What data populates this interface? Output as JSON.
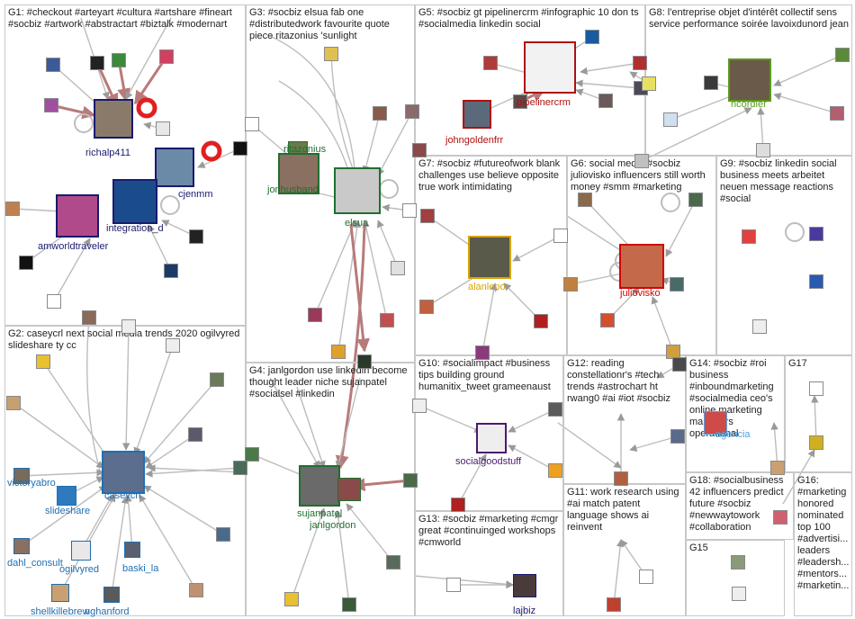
{
  "groups": [
    {
      "id": "G1",
      "label": "G1: #checkout #arteyart #cultura #artshare #fineart #socbiz #artwork #abstractart #biztalk #modernart"
    },
    {
      "id": "G2",
      "label": "G2: caseycrl next social media trends 2020 ogilvyred slideshare ty cc"
    },
    {
      "id": "G3",
      "label": "G3: #socbiz elsua fab one #distributedwork favourite quote piece ritazonius 'sunlight"
    },
    {
      "id": "G4",
      "label": "G4: janlgordon use linkedin become thought leader niche sujanpatel #socialsel #linkedin"
    },
    {
      "id": "G5",
      "label": "G5: #socbiz gt pipelinercrm #infographic 10 don ts #socialmedia linkedin social"
    },
    {
      "id": "G6",
      "label": "G6: social media #socbiz juliovisko influencers still worth money #smm #marketing"
    },
    {
      "id": "G7",
      "label": "G7: #socbiz #futureofwork blank challenges use believe opposite true work intimidating"
    },
    {
      "id": "G8",
      "label": "G8: l'entreprise objet d'intérêt collectif sens service performance soirée lavoixdunord jean"
    },
    {
      "id": "G9",
      "label": "G9: #socbiz linkedin social business meets arbeitet neuen message reactions #social"
    },
    {
      "id": "G10",
      "label": "G10: #socialimpact #business tips building ground humanitix_tweet grameenaust"
    },
    {
      "id": "G11",
      "label": "G11: work research using #ai match patent language shows ai reinvent"
    },
    {
      "id": "G12",
      "label": "G12: reading constellationr's #tech trends #astrochart ht rwang0 #ai #iot #socbiz"
    },
    {
      "id": "G13",
      "label": "G13: #socbiz #marketing #cmgr great #continuinged workshops #cmworld"
    },
    {
      "id": "G14",
      "label": "G14: #socbiz #roi business #inboundmarketing #socialmedia ceo's online marketing marketers operational"
    },
    {
      "id": "G15",
      "label": "G15"
    },
    {
      "id": "G16",
      "label": "G16: #marketing honored nominated top 100 #advertisi... leaders #leadersh... #mentors... #marketin..."
    },
    {
      "id": "G17",
      "label": "G17"
    },
    {
      "id": "G18",
      "label": "G18: #socialbusiness 42 influencers predict future #socbiz #newwaytowork #collaboration"
    }
  ],
  "nodes": [
    {
      "id": "richalp411",
      "label": "richalp411",
      "color": "#1a1a6e"
    },
    {
      "id": "cjenmm",
      "label": "cjenmm",
      "color": "#1a1a6e"
    },
    {
      "id": "integration_d",
      "label": "integration_d",
      "color": "#1a1a6e"
    },
    {
      "id": "amworldtraveler",
      "label": "amworldtraveler",
      "color": "#1a1a6e"
    },
    {
      "id": "caseycrl",
      "label": "caseycrl",
      "color": "#1f6fb2"
    },
    {
      "id": "victoryabro",
      "label": "victoryabro",
      "color": "#1f6fb2"
    },
    {
      "id": "slideshare",
      "label": "slideshare",
      "color": "#1f6fb2"
    },
    {
      "id": "dahl_consult",
      "label": "dahl_consult",
      "color": "#1f6fb2"
    },
    {
      "id": "ogilvyred",
      "label": "ogilvyred",
      "color": "#1f6fb2"
    },
    {
      "id": "baski_la",
      "label": "baski_la",
      "color": "#1f6fb2"
    },
    {
      "id": "shellkillebrew",
      "label": "shellkillebrew",
      "color": "#1f6fb2"
    },
    {
      "id": "nghanford",
      "label": "nghanford",
      "color": "#1f6fb2"
    },
    {
      "id": "ritazonius",
      "label": "ritazonius",
      "color": "#1f6f2f"
    },
    {
      "id": "jonhusband",
      "label": "jonhusband",
      "color": "#1f6f2f"
    },
    {
      "id": "elsua",
      "label": "elsua",
      "color": "#1f6f2f"
    },
    {
      "id": "sujanpatel",
      "label": "sujanpatel",
      "color": "#1f6f2f"
    },
    {
      "id": "janlgordon",
      "label": "janlgordon",
      "color": "#1f6f2f"
    },
    {
      "id": "pipelinercrm",
      "label": "pipelinercrm",
      "color": "#b01010"
    },
    {
      "id": "johngoldenfrr",
      "label": "johngoldenfrr",
      "color": "#b01010"
    },
    {
      "id": "ncordier",
      "label": "ncordier",
      "color": "#5a9a1a"
    },
    {
      "id": "alanlepo",
      "label": "alanlepo",
      "color": "#d9a300"
    },
    {
      "id": "juliovisko",
      "label": "juliovisko",
      "color": "#d40000"
    },
    {
      "id": "socialgoodstuff",
      "label": "socialgoodstuff",
      "color": "#4b1a6e"
    },
    {
      "id": "lajbiz",
      "label": "lajbiz",
      "color": "#1a1a6e"
    },
    {
      "id": "agencia",
      "label": "agencia",
      "color": "#4da3e0"
    }
  ],
  "colors": {
    "edge": "#bdbdbd",
    "edge_dark": "#9a9a9a",
    "strong_edge": "#b87a7a",
    "panel_border": "#c8c8c8"
  }
}
